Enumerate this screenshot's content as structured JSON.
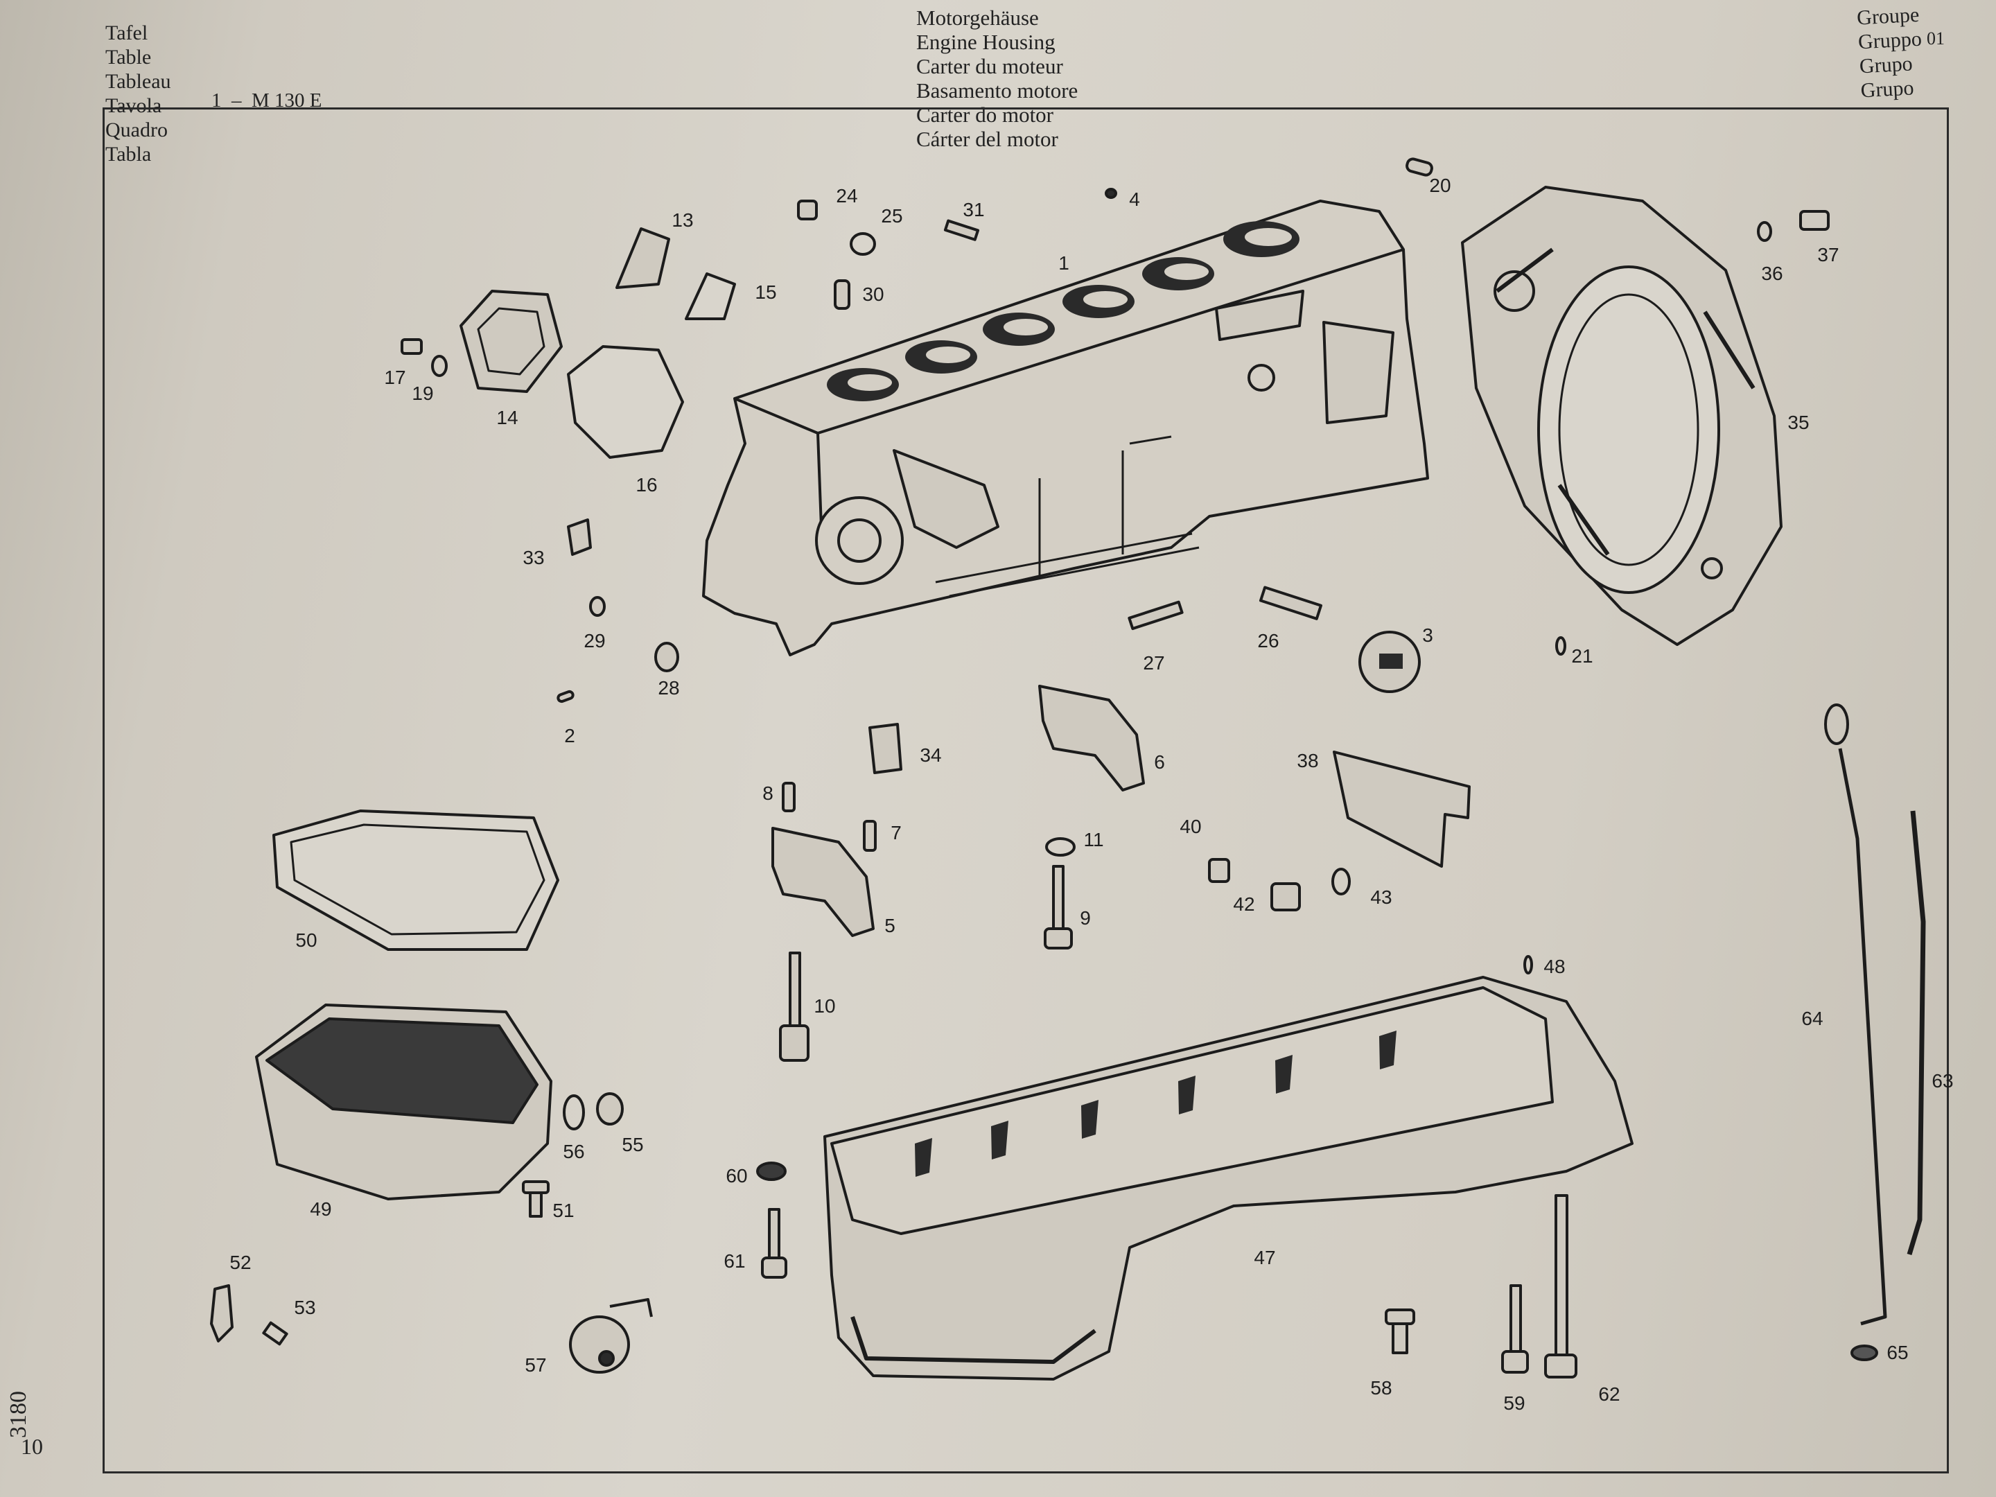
{
  "header": {
    "left_labels": [
      "Tafel",
      "Table",
      "Tableau",
      "Tavola",
      "Quadro",
      "Tabla"
    ],
    "plate_number": "1  –  M 130 E",
    "titles": [
      "Motorgehäuse",
      "Engine Housing",
      "Carter du moteur",
      "Basamento motore",
      "Carter do motor",
      "Cárter del motor"
    ],
    "group_labels": [
      "Groupe",
      "Gruppo",
      "Grupo",
      "Grupo"
    ],
    "group_number": "01"
  },
  "page": {
    "margin_text": "3180",
    "page_number": "10"
  },
  "callouts": {
    "c1": "1",
    "c2": "2",
    "c3": "3",
    "c4": "4",
    "c5": "5",
    "c6": "6",
    "c7": "7",
    "c8": "8",
    "c9": "9",
    "c10": "10",
    "c11": "11",
    "c13": "13",
    "c14": "14",
    "c15": "15",
    "c16": "16",
    "c17": "17",
    "c19": "19",
    "c20": "20",
    "c21": "21",
    "c24": "24",
    "c25": "25",
    "c26": "26",
    "c27": "27",
    "c28": "28",
    "c29": "29",
    "c30": "30",
    "c31": "31",
    "c33": "33",
    "c34": "34",
    "c35": "35",
    "c36": "36",
    "c37": "37",
    "c38": "38",
    "c40": "40",
    "c42": "42",
    "c43": "43",
    "c47": "47",
    "c48": "48",
    "c49": "49",
    "c50": "50",
    "c51": "51",
    "c52": "52",
    "c53": "53",
    "c55": "55",
    "c56": "56",
    "c57": "57",
    "c58": "58",
    "c59": "59",
    "c60": "60",
    "c61": "61",
    "c62": "62",
    "c63": "63",
    "c64": "64",
    "c65": "65"
  }
}
